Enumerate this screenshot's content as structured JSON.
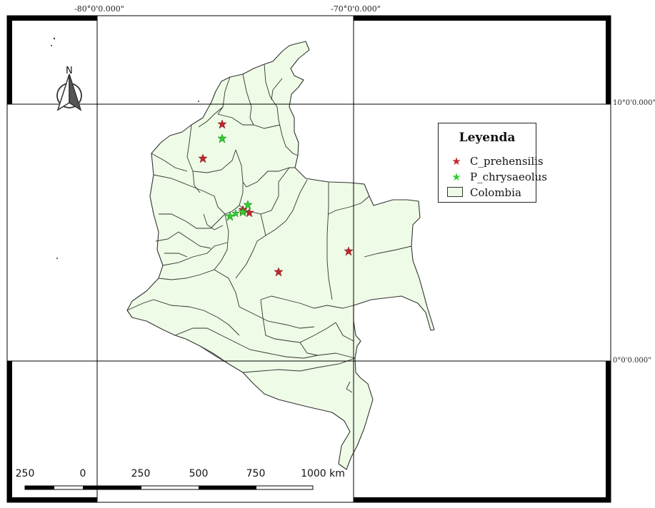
{
  "map": {
    "fill_color": "#eefbe6",
    "border_color": "#333333",
    "graticule": {
      "lon_labels": [
        "-80°0'0.000\"",
        "-70°0'0.000\""
      ],
      "lat_labels": [
        "10°0'0.000\"",
        "0°0'0.000\""
      ]
    },
    "north_arrow": {
      "label": "N"
    },
    "points": {
      "C_prehensilis": {
        "color": "#c0282d",
        "count": 6
      },
      "P_chrysaeolus": {
        "color": "#2fcf2f",
        "count": 5
      }
    }
  },
  "legend": {
    "title": "Leyenda",
    "items": [
      {
        "label": "C_prehensilis",
        "symbol": "★",
        "color": "#c0282d"
      },
      {
        "label": "P_chrysaeolus",
        "symbol": "★",
        "color": "#2fcf2f"
      },
      {
        "label": "Colombia",
        "symbol": "polygon",
        "color": "#eefbe6"
      }
    ]
  },
  "scale_bar": {
    "labels": [
      "250",
      "0",
      "250",
      "500",
      "750",
      "1000 km"
    ]
  }
}
